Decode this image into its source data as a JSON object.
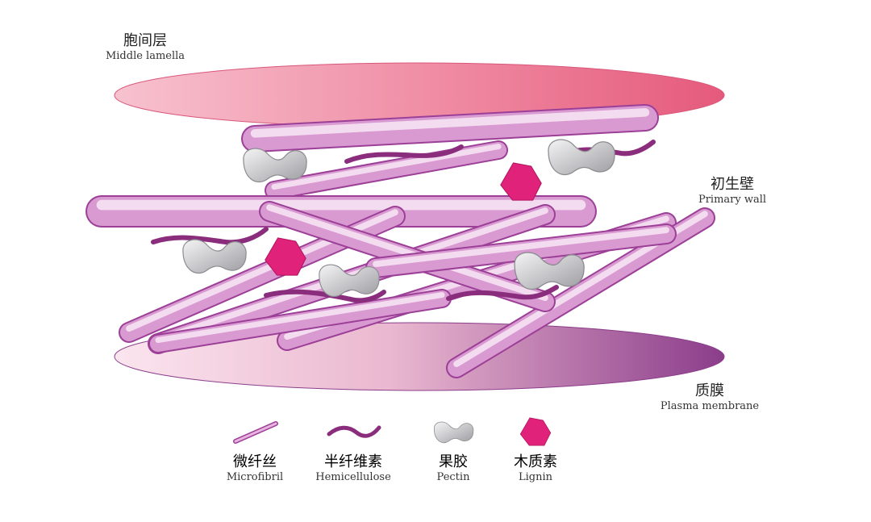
{
  "labels": {
    "middle_lamella": {
      "zh": "胞间层",
      "en": "Middle lamella"
    },
    "primary_wall": {
      "zh": "初生壁",
      "en": "Primary wall"
    },
    "plasma_membrane": {
      "zh": "质膜",
      "en": "Plasma membrane"
    }
  },
  "legend": [
    {
      "zh": "微纤丝",
      "en": "Microfibril",
      "icon": "microfibril-icon"
    },
    {
      "zh": "半纤维素",
      "en": "Hemicellulose",
      "icon": "hemicellulose-icon"
    },
    {
      "zh": "果胶",
      "en": "Pectin",
      "icon": "pectin-icon"
    },
    {
      "zh": "木质素",
      "en": "Lignin",
      "icon": "lignin-icon"
    }
  ],
  "colors": {
    "middle_lamella": "#e8607f",
    "plasma_membrane": "#8b3d8a",
    "microfibril_light": "#f3d6ee",
    "microfibril_dark": "#9c3f97",
    "hemicellulose": "#8a2d7c",
    "pectin": "#c9c9cc",
    "lignin": "#e2267b"
  }
}
